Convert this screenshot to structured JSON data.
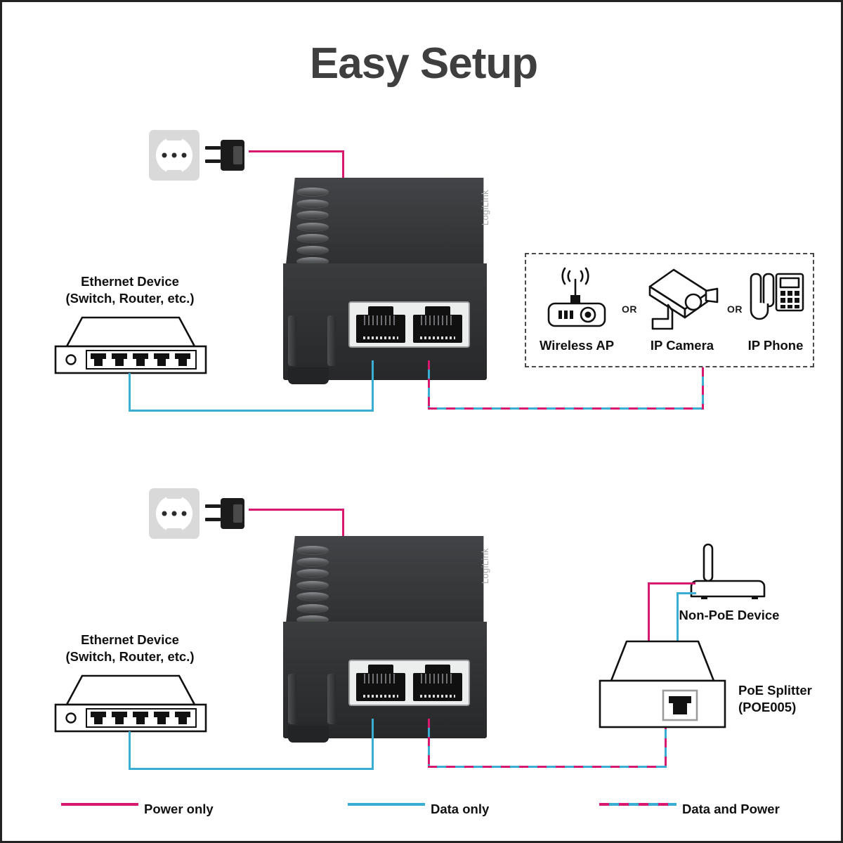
{
  "page": {
    "title": "Easy Setup"
  },
  "colors": {
    "power": "#d6196f",
    "data": "#3aaed2",
    "title": "#3f3f3f",
    "device_dark": "#313234",
    "led_green": "#3fc320"
  },
  "brand": {
    "name": "LogiLink"
  },
  "setup_top": {
    "outlet_name": "wall-socket",
    "injector_label": "LogiLink",
    "ethernet_device": {
      "line1": "Ethernet Device",
      "line2": "(Switch, Router, etc.)",
      "port_count": 5
    },
    "poe_devices": {
      "separator": "OR",
      "items": [
        {
          "label": "Wireless AP",
          "icon": "wireless-ap-icon"
        },
        {
          "label": "IP Camera",
          "icon": "ip-camera-icon"
        },
        {
          "label": "IP Phone",
          "icon": "ip-phone-icon"
        }
      ]
    }
  },
  "setup_bottom": {
    "ethernet_device": {
      "line1": "Ethernet Device",
      "line2": "(Switch, Router, etc.)",
      "port_count": 5
    },
    "non_poe_device": {
      "label": "Non-PoE Device"
    },
    "poe_splitter": {
      "line1": "PoE Splitter",
      "line2": "(POE005)"
    }
  },
  "legend": {
    "items": [
      {
        "label": "Power only",
        "style": "solid",
        "color": "#d6196f"
      },
      {
        "label": "Data only",
        "style": "solid",
        "color": "#3aaed2"
      },
      {
        "label": "Data and Power",
        "style": "dashed-dual",
        "color": "#d6196f"
      }
    ]
  }
}
